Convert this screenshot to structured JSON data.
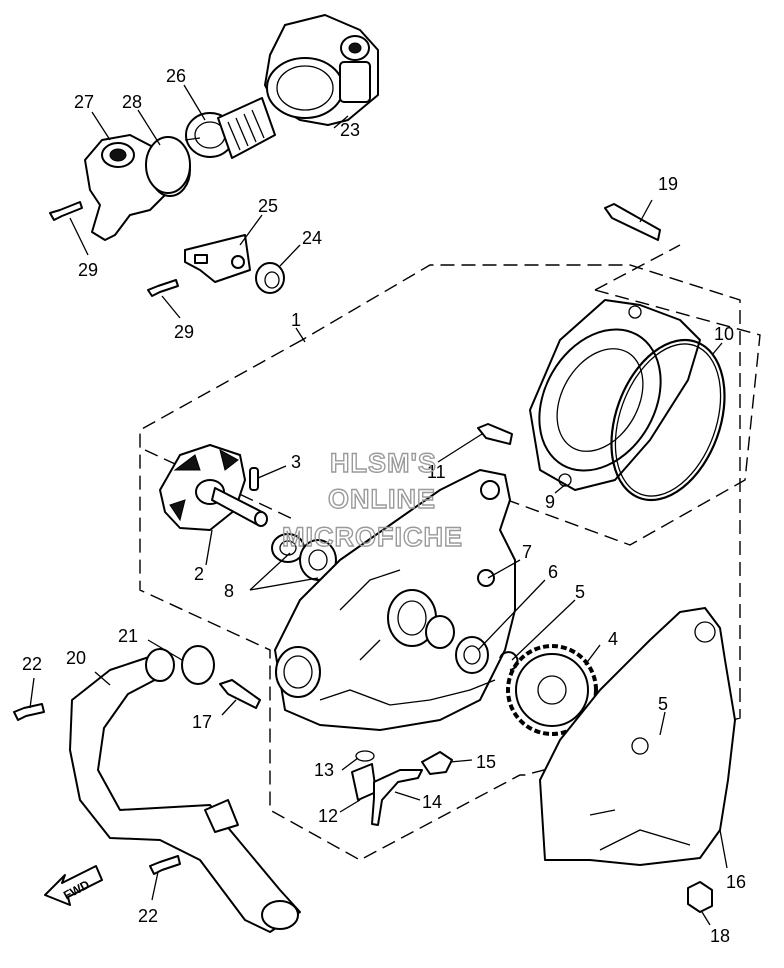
{
  "watermark": {
    "line1": "HLSM'S",
    "line2": "ONLINE",
    "line3": "MICROFICHE"
  },
  "fwd_label": "FWD",
  "callouts": {
    "c1": "1",
    "c2": "2",
    "c3": "3",
    "c4": "4",
    "c5a": "5",
    "c5b": "5",
    "c6": "6",
    "c7": "7",
    "c8": "8",
    "c9": "9",
    "c10": "10",
    "c11": "11",
    "c12": "12",
    "c13": "13",
    "c14": "14",
    "c15": "15",
    "c16": "16",
    "c17": "17",
    "c18": "18",
    "c19": "19",
    "c20": "20",
    "c21": "21",
    "c22a": "22",
    "c22b": "22",
    "c23": "23",
    "c24": "24",
    "c25": "25",
    "c26": "26",
    "c27": "27",
    "c28": "28",
    "c29a": "29",
    "c29b": "29"
  },
  "colors": {
    "ink": "#000000",
    "watermark": "#9a9a9a",
    "paper": "#ffffff"
  }
}
